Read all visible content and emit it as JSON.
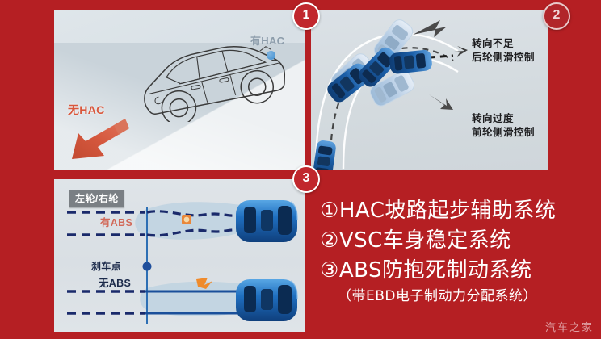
{
  "theme": {
    "background_red": "#b51f23",
    "panel_bg": "#dde3e8",
    "accent_blue": "#1b63b5",
    "accent_orange": "#d9573c"
  },
  "badges": [
    {
      "id": "badge-1",
      "label": "1"
    },
    {
      "id": "badge-2",
      "label": "2"
    },
    {
      "id": "badge-3",
      "label": "3"
    }
  ],
  "panel_hac": {
    "name": "HAC hill-start assist illustration",
    "label_without": "无HAC",
    "label_with": "有HAC",
    "arrow_direction": "down-left",
    "arrow_color": "#d9573c",
    "dot_color": "#3f8fd0"
  },
  "panel_vsc": {
    "name": "VSC vehicle stability control illustration",
    "note_understeer": [
      "转向不足",
      "后轮侧滑控制"
    ],
    "note_oversteer": [
      "转向过度",
      "前轮侧滑控制"
    ]
  },
  "panel_abs": {
    "name": "ABS anti-lock braking illustration",
    "wheel_chip": "左轮/右轮",
    "label_with_abs": "有ABS",
    "label_without_abs": "无ABS",
    "label_brake_point": "刹车点"
  },
  "systems": {
    "items": [
      {
        "num": "①",
        "text": "HAC坡路起步辅助系统"
      },
      {
        "num": "②",
        "text": "VSC车身稳定系统"
      },
      {
        "num": "③",
        "text": "ABS防抱死制动系统"
      }
    ],
    "sub_note": "（带EBD电子制动力分配系统）"
  },
  "watermark": "汽车之家"
}
